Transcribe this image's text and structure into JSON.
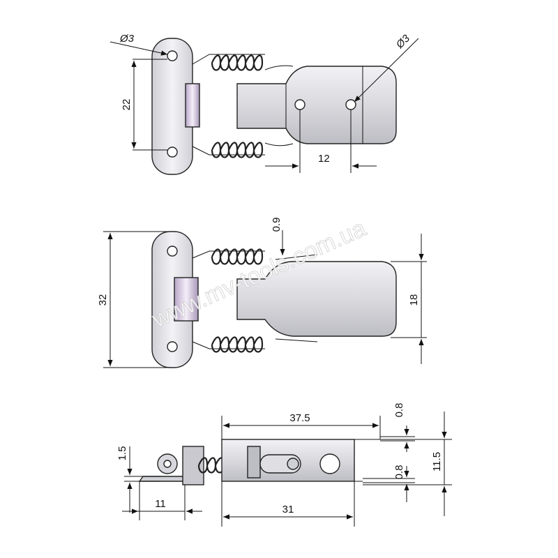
{
  "watermark": "www.mv-tools.com.ua",
  "views": {
    "top": {
      "hole_diameter_left": "Ø3",
      "hole_diameter_right": "Ø3",
      "hole_spacing": "22",
      "hole_offset": "12"
    },
    "front": {
      "overall_height": "32",
      "hook_width": "18",
      "hook_offset": "0.9"
    },
    "side": {
      "length_top": "37.5",
      "length_bottom": "31",
      "base_offset": "11",
      "base_thickness": "1.5",
      "top_thickness": "0.8",
      "lower_thickness": "0.8",
      "overall_height": "11.5"
    }
  },
  "colors": {
    "metal_light": "#e6e6ea",
    "metal_mid": "#c9c9cf",
    "metal_dark": "#8c8c94",
    "line": "#111111"
  }
}
